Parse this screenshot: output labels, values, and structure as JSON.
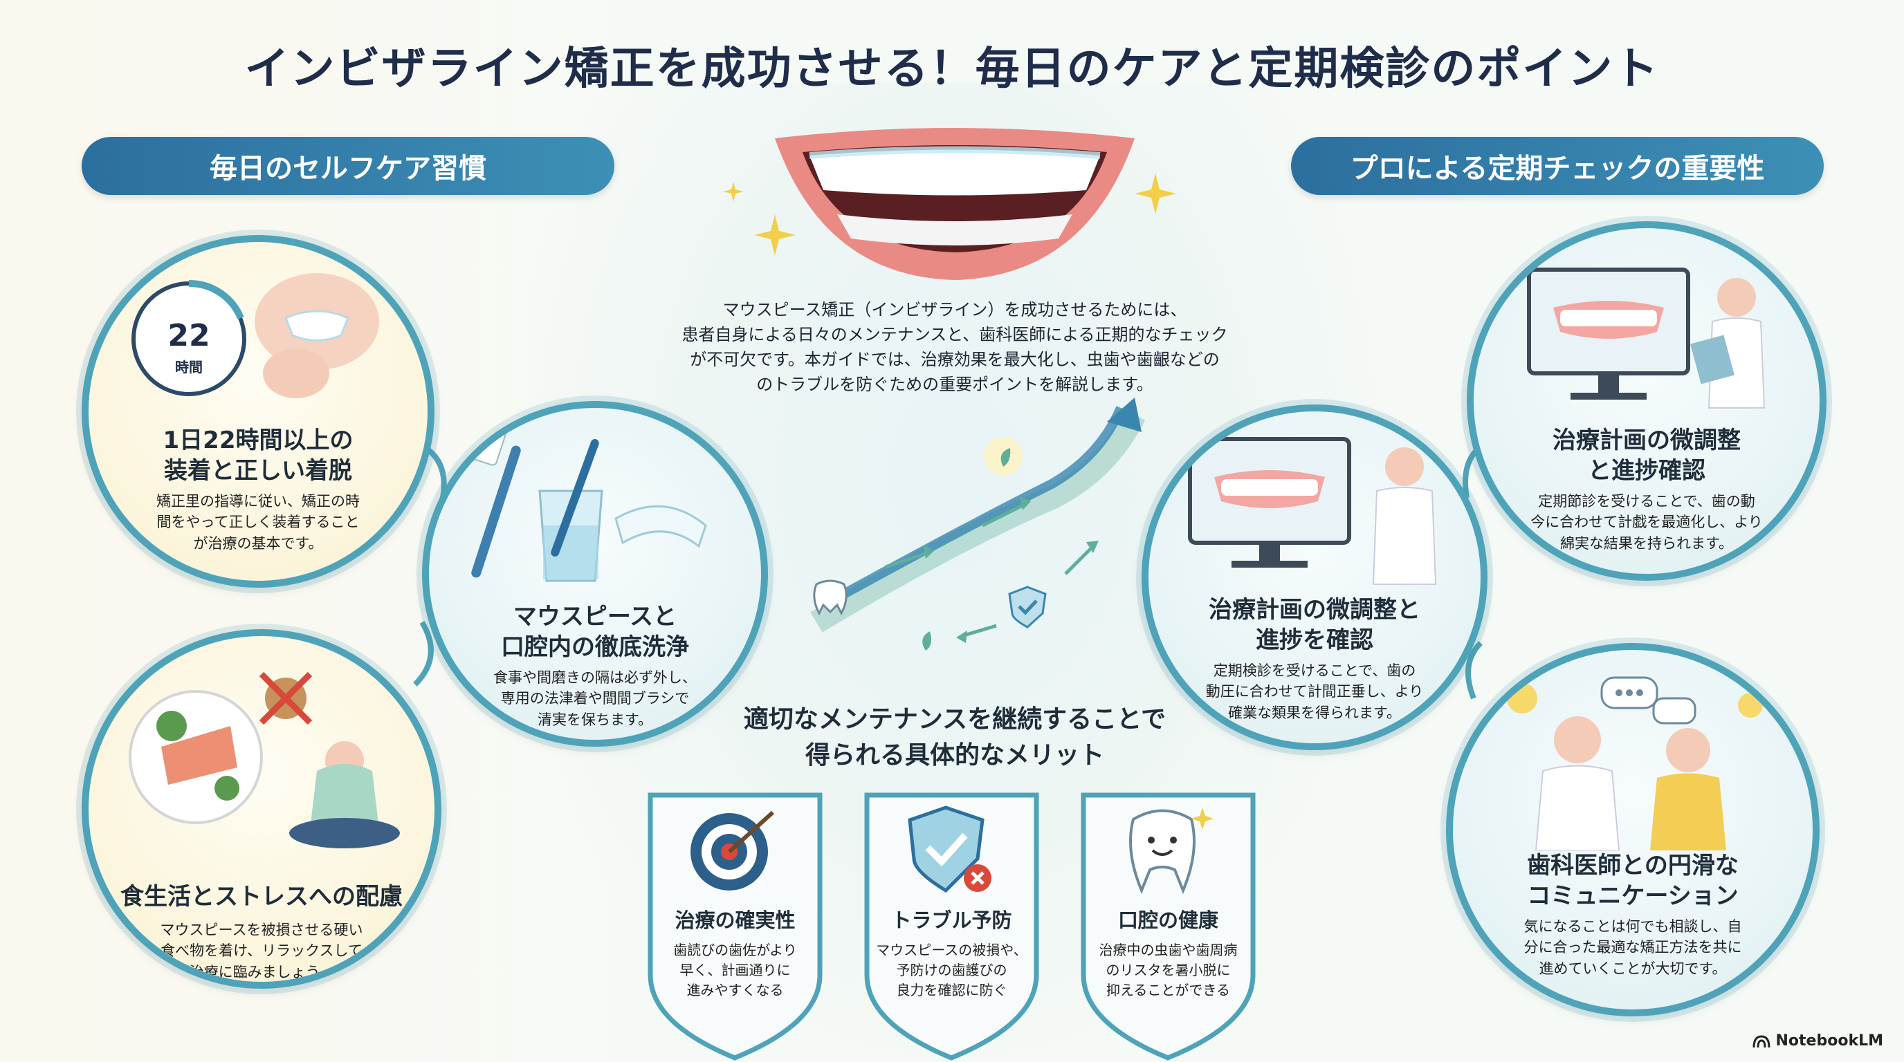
{
  "title": "インビザライン矯正を成功させる！毎日のケアと定期検診のポイント",
  "left_section": {
    "label": "毎日のセルフケア習慣",
    "cards": [
      {
        "clock_number": "22",
        "clock_unit": "時間",
        "title_line1": "1日22時間以上の",
        "title_line2": "装着と正しい着脱",
        "body_line1": "矯正里の指導に従い、矯正の時",
        "body_line2": "間をやって正しく装着すること",
        "body_line3": "が治療の基本です。"
      },
      {
        "title_line1": "マウスピースと",
        "title_line2": "口腔内の徹底洗浄",
        "body_line1": "食事や間磨きの隔は必ず外し、",
        "body_line2": "専用の法津着や間間ブラシで",
        "body_line3": "清実を保ちます。"
      },
      {
        "title_line1": "食生活とストレスへの配慮",
        "body_line1": "マウスピースを被損させる硬い",
        "body_line2": "食べ物を着け、リラックスして",
        "body_line3": "治療に臨みましょう。"
      }
    ]
  },
  "right_section": {
    "label": "プロによる定期チェックの重要性",
    "cards": [
      {
        "title_line1": "治療計画の微調整",
        "title_line2": "と進捗確認",
        "body_line1": "定期節診を受けることで、歯の動",
        "body_line2": "今に合わせて計戯を最適化し、より",
        "body_line3": "綿実な結果を持られます。"
      },
      {
        "title_line1": "治療計画の微調整と",
        "title_line2": "進捗を確認",
        "body_line1": "定期検診を受けることで、歯の",
        "body_line2": "動圧に合わせて計間正垂し、より",
        "body_line3": "確業な類果を得られます。"
      },
      {
        "title_line1": "歯科医師との円滑な",
        "title_line2": "コミュニケーション",
        "body_line1": "気になることは何でも相談し、自",
        "body_line2": "分に合った最適な矯正方法を共に",
        "body_line3": "進めていくことが大切です。"
      }
    ]
  },
  "intro": {
    "line1": "マウスピース矯正（インビザライン）を成功させるためには、",
    "line2": "患者自身による日々のメンテナンスと、歯科医師による正期的なチェック",
    "line3": "が不可欠です。本ガイドでは、治療効果を最大化し、虫歯や歯齦などの",
    "line4": "のトラブルを防ぐための重要ポイントを解説します。"
  },
  "merits": {
    "heading_line1": "適切なメンテナンスを継続することで",
    "heading_line2": "得られる具体的なメリット",
    "items": [
      {
        "title": "治療の確実性",
        "body_line1": "歯読びの歯佐がより",
        "body_line2": "早く、計画通りに",
        "body_line3": "進みやすくなる"
      },
      {
        "title": "トラブル予防",
        "body_line1": "マウスピースの被損や、",
        "body_line2": "予防けの歯護びの",
        "body_line3": "良力を確認に防ぐ"
      },
      {
        "title": "口腔の健康",
        "body_line1": "治療中の虫歯や歯周病",
        "body_line2": "のリスタを暑小脱に",
        "body_line3": "抑えることができる"
      }
    ]
  },
  "brand": "NotebookLM",
  "colors": {
    "accent": "#4ea3b9",
    "pill": "#2c6f9f",
    "title": "#1f2d4a"
  }
}
